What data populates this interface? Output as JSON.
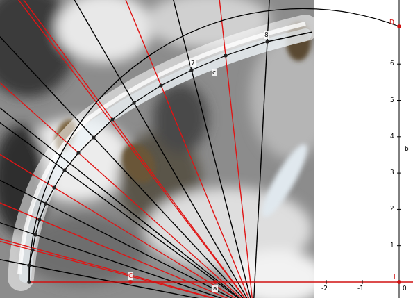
{
  "diagram": {
    "labels": [
      "D",
      "6",
      "5",
      "4",
      "3",
      "2",
      "1",
      "0",
      "b",
      "F",
      "-2",
      "-1",
      "C",
      "a",
      "c",
      "8",
      "7"
    ]
  }
}
